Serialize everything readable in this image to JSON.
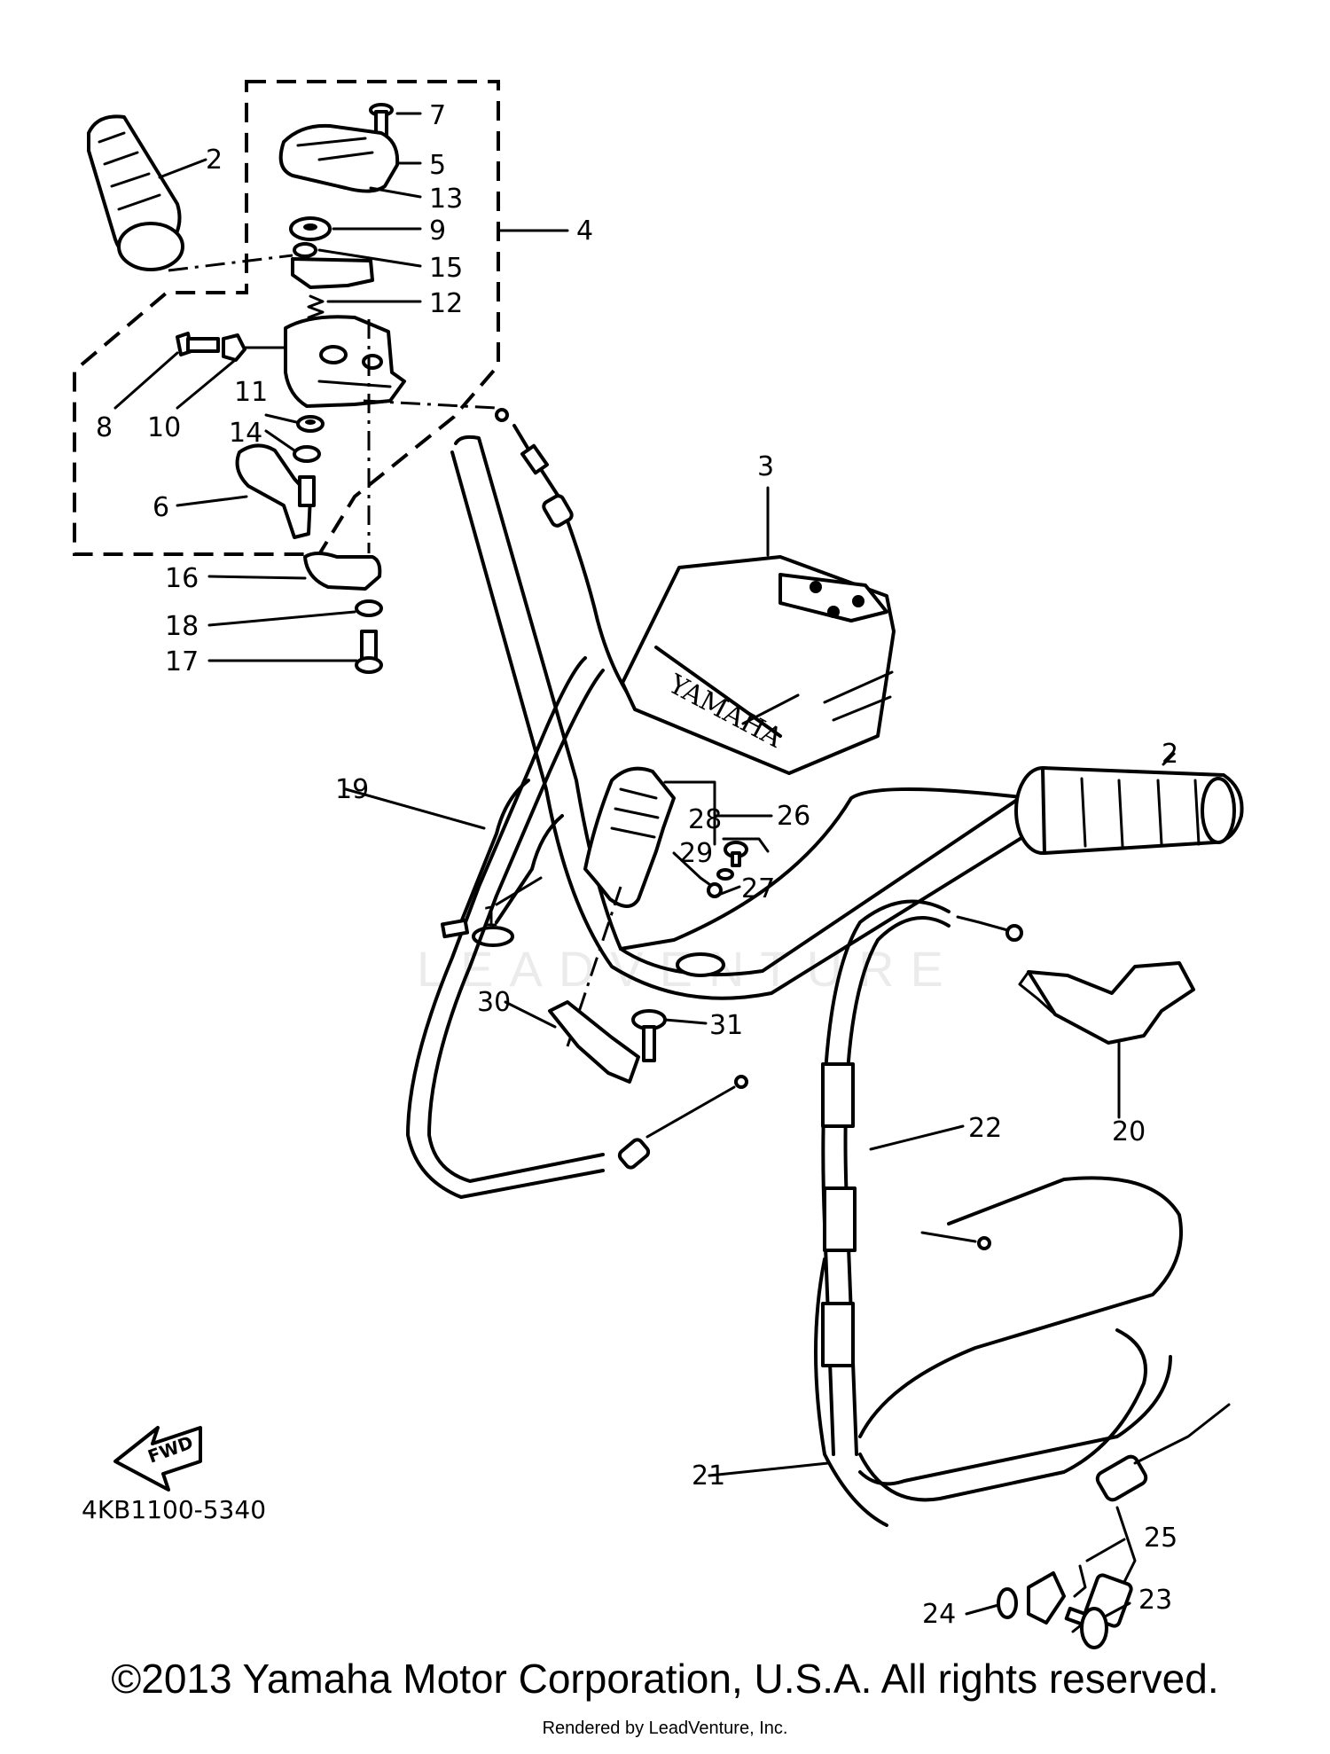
{
  "diagram": {
    "part_labels": [
      "1",
      "2",
      "2",
      "3",
      "4",
      "5",
      "6",
      "7",
      "8",
      "9",
      "10",
      "11",
      "12",
      "13",
      "14",
      "15",
      "16",
      "17",
      "18",
      "19",
      "20",
      "21",
      "22",
      "23",
      "24",
      "25",
      "26",
      "27",
      "28",
      "29",
      "30",
      "31"
    ],
    "reference_code": "4KB1100-5340",
    "fwd_label": "FWD",
    "brand_text": "YAMAHA",
    "watermark": "LEADVENTURE"
  },
  "footer": {
    "copyright": "©2013 Yamaha Motor Corporation, U.S.A. All rights reserved.",
    "rendered_by": "Rendered by LeadVenture, Inc."
  },
  "colors": {
    "ink": "#000000",
    "paper": "#ffffff"
  },
  "icons": [
    "fwd-arrow-icon"
  ]
}
